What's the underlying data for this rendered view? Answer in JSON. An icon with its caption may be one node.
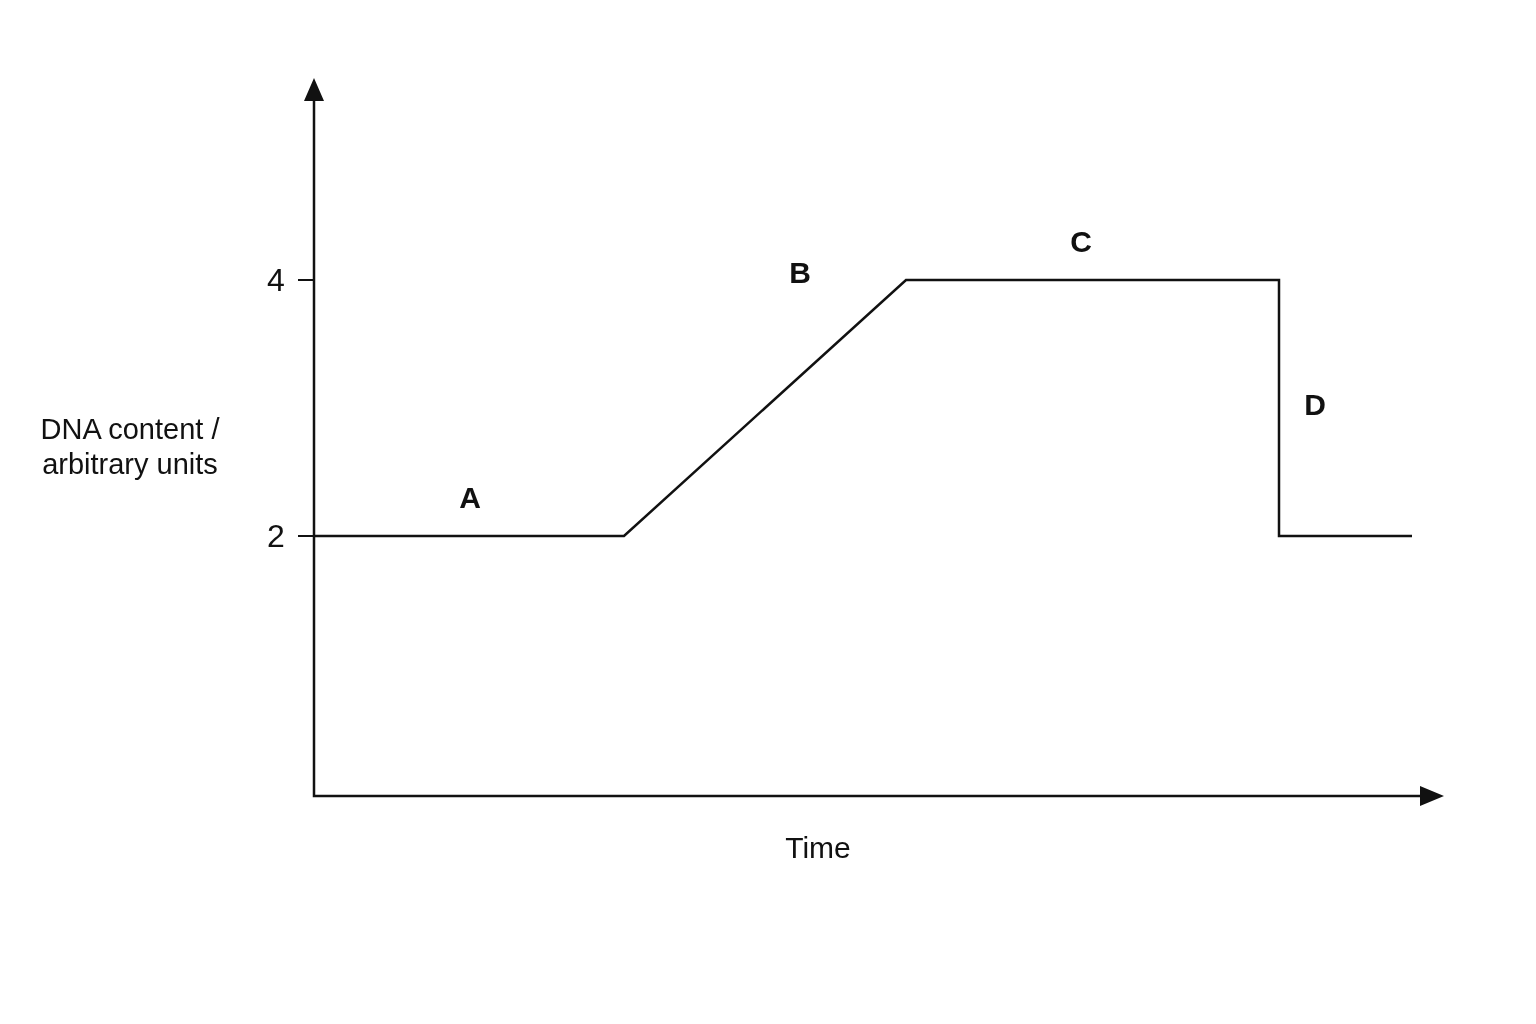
{
  "diagram": {
    "labels": [
      "C",
      "B",
      "4",
      "D",
      "DNA content / arbitrary units",
      "A",
      "2",
      "Time"
    ]
  }
}
